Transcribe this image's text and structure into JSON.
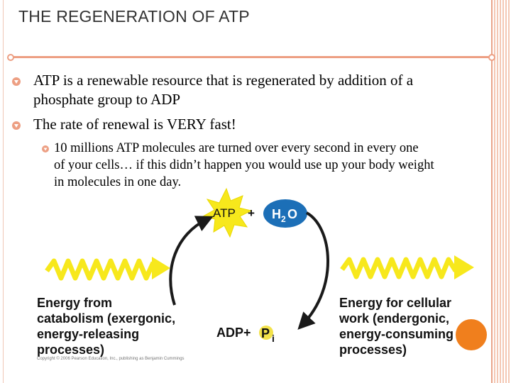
{
  "slide": {
    "title": "THE REGENERATION OF ATP",
    "bullets": [
      "ATP is a renewable resource that is regenerated by addition of a",
      "phosphate group to ADP",
      "The rate of renewal is VERY fast!"
    ],
    "sub_bullet_lines": [
      "10 millions ATP molecules are turned over every second in every one",
      "of your cells… if this didn’t happen you would use up your body weight",
      "in molecules in one day."
    ]
  },
  "figure": {
    "atp": "ATP",
    "plus": "+",
    "h2o_main": "H",
    "h2o_sub": "2",
    "h2o_tail": "O",
    "adp": "ADP+",
    "p": "P",
    "p_sub": "i",
    "left_label": [
      "Energy from",
      "catabolism (exergonic,",
      "energy-releasing",
      "processes)"
    ],
    "right_label": [
      "Energy for cellular",
      "work (endergonic,",
      "energy-consuming",
      "processes)"
    ],
    "copyright": "Copyright © 2006 Pearson Education, Inc., publishing as Benjamin Cummings",
    "colors": {
      "starburst": "#f7e81c",
      "water": "#1c6fb7",
      "arrow": "#1a1a1a",
      "zigzag": "#f7e81c",
      "phosphate": "#f3e24a",
      "accent": "#ed9f83",
      "orange_dot": "#f07f1d"
    }
  }
}
